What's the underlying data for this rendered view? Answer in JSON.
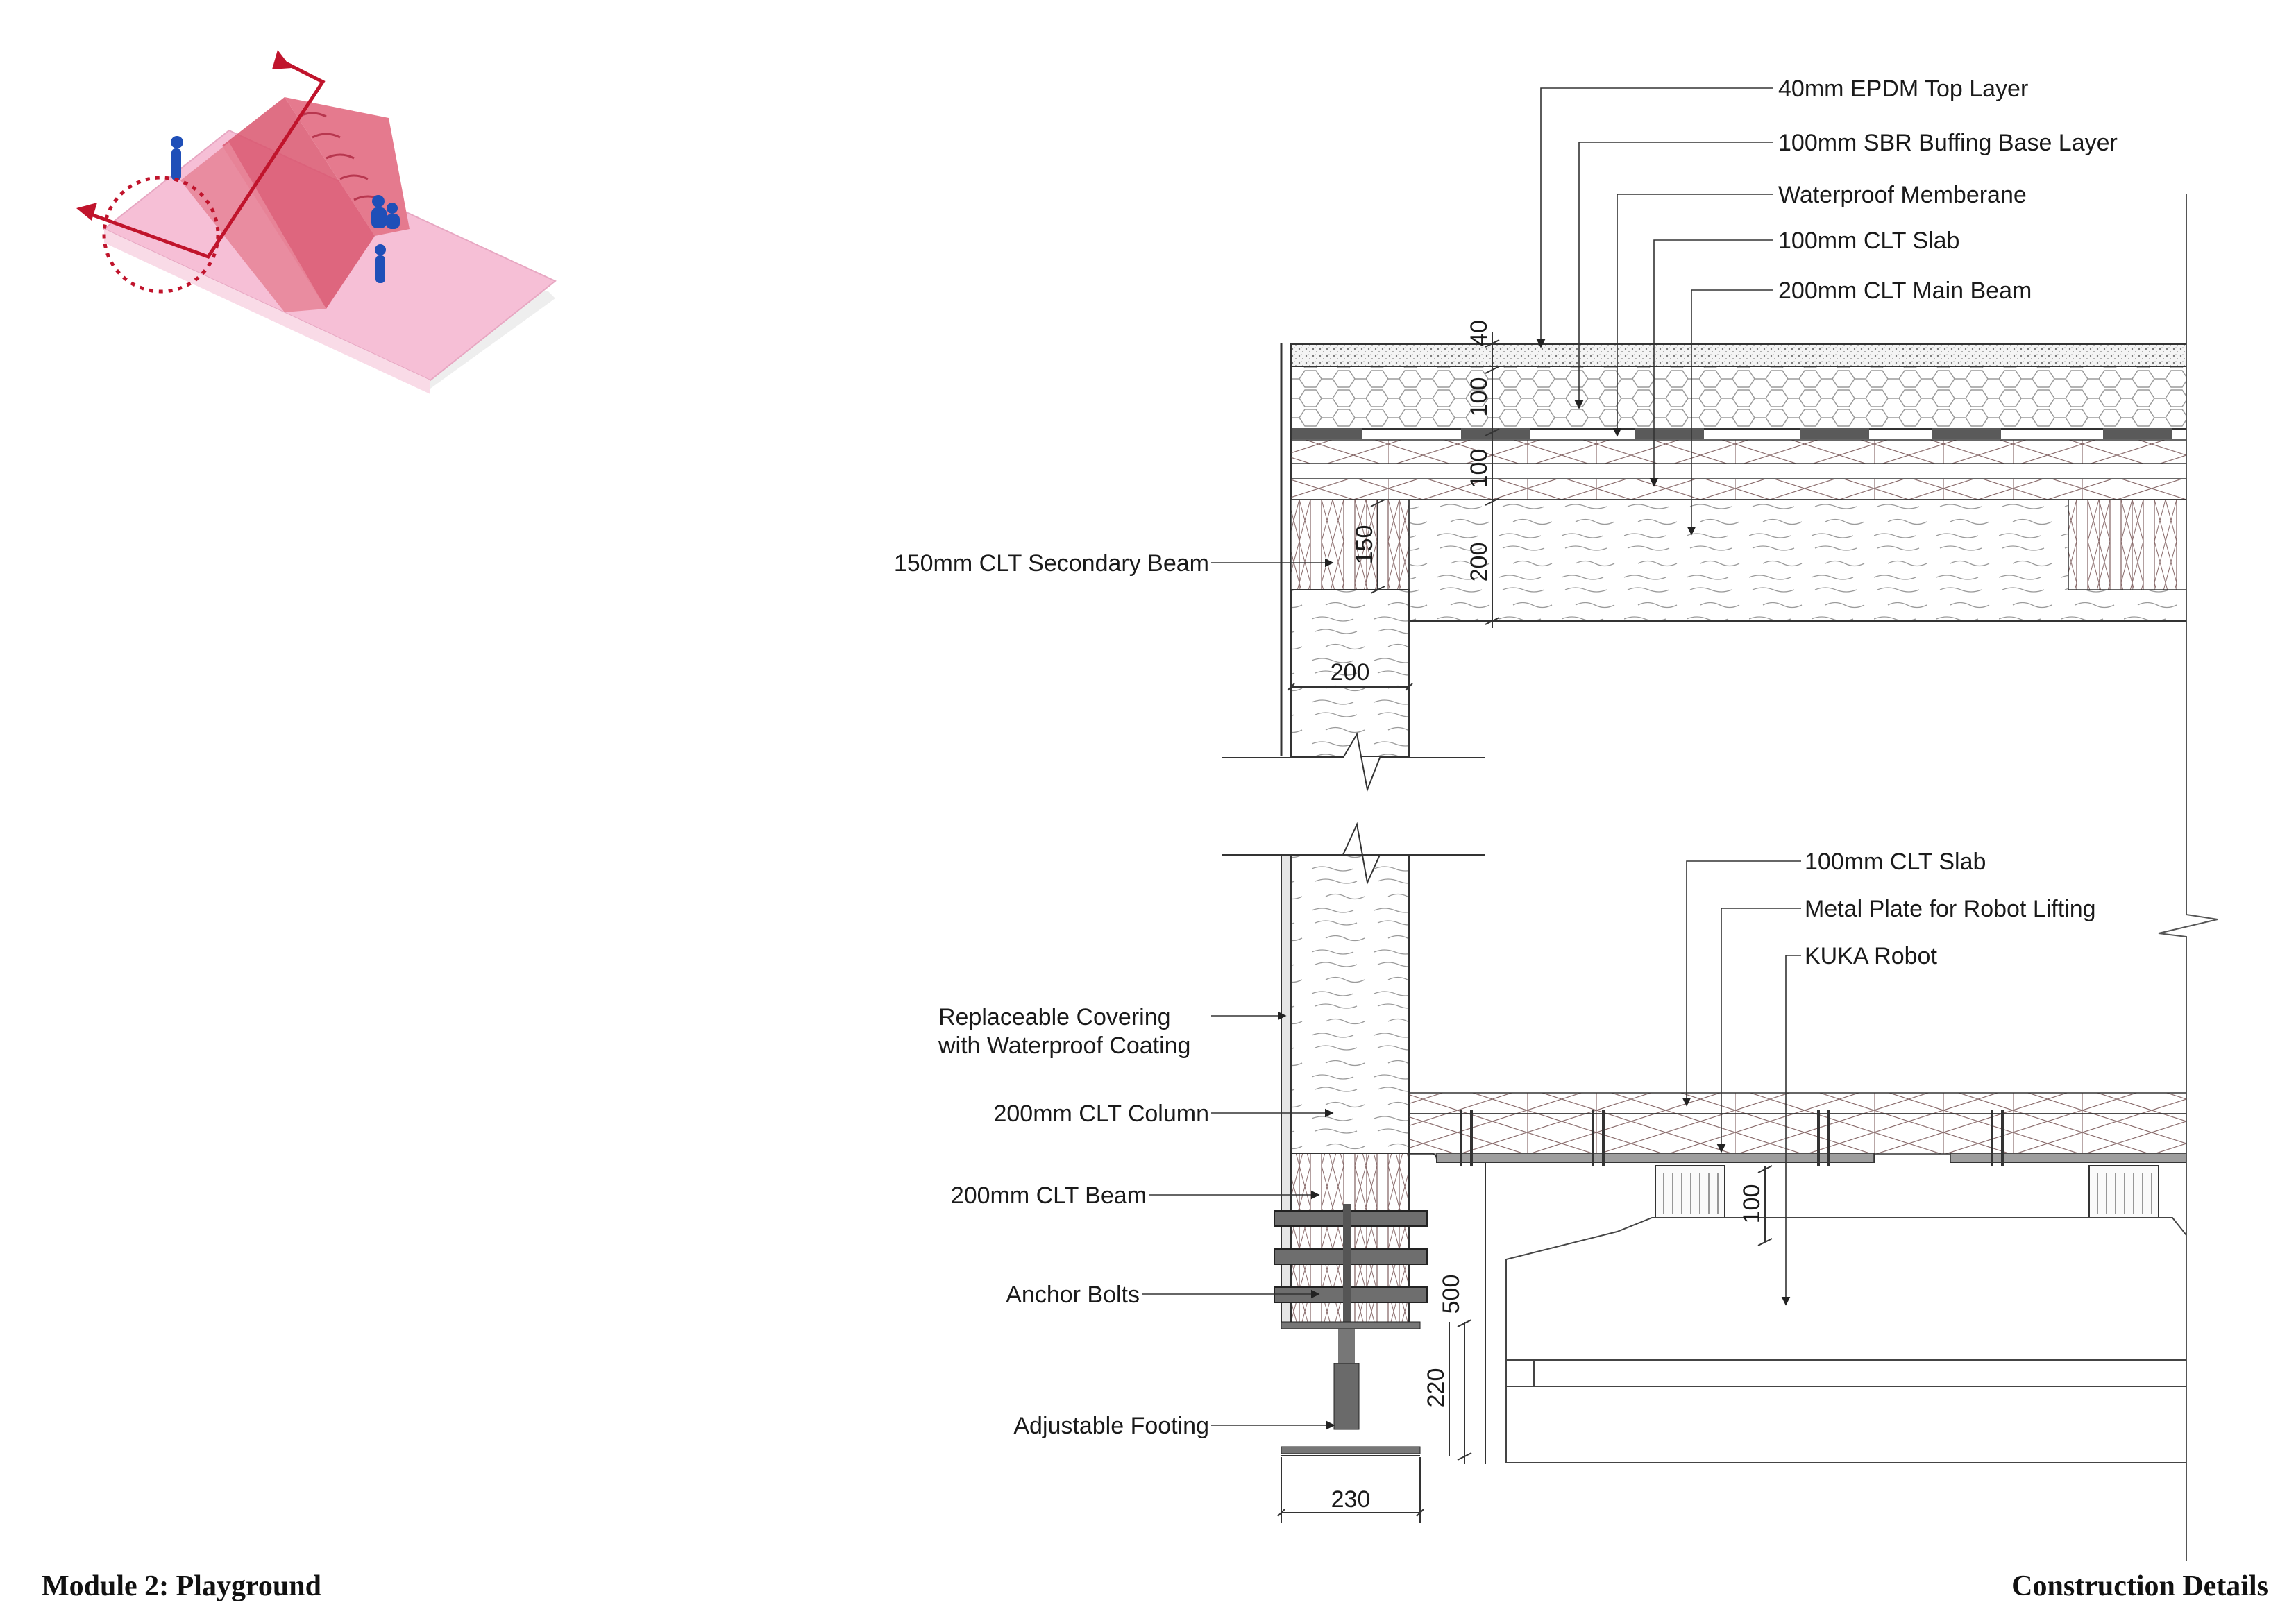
{
  "footer": {
    "module_title": "Module 2: Playground",
    "sheet_title": "Construction Details"
  },
  "labels": {
    "epdm": "40mm EPDM Top Layer",
    "sbr": "100mm SBR Buffing Base Layer",
    "membrane": "Waterproof Memberane",
    "clt_slab_top": "100mm CLT Slab",
    "main_beam": "200mm CLT Main Beam",
    "secondary_beam": "150mm CLT Secondary Beam",
    "clt_slab_bottom": "100mm CLT Slab",
    "metal_plate": "Metal Plate for Robot Lifting",
    "kuka": "KUKA Robot",
    "covering_line1": "Replaceable Covering",
    "covering_line2": "with Waterproof Coating",
    "column": "200mm CLT Column",
    "clt_beam": "200mm CLT Beam",
    "anchor_bolts": "Anchor Bolts",
    "footing": "Adjustable Footing"
  },
  "dimensions": {
    "d40": "40",
    "d100_sbr": "100",
    "d100_slab": "100",
    "d200_beam": "200",
    "d150": "150",
    "d200_column": "200",
    "d100_robot": "100",
    "d500": "500",
    "d220": "220",
    "d230": "230"
  },
  "colors": {
    "playground_pink": "#f6bfd6",
    "stair_red": "#d9566f",
    "figure_blue": "#1f4fb8",
    "section_arrow": "#c0142c",
    "membrane_strip": "#5a5a5a",
    "leader_line": "#333333"
  }
}
